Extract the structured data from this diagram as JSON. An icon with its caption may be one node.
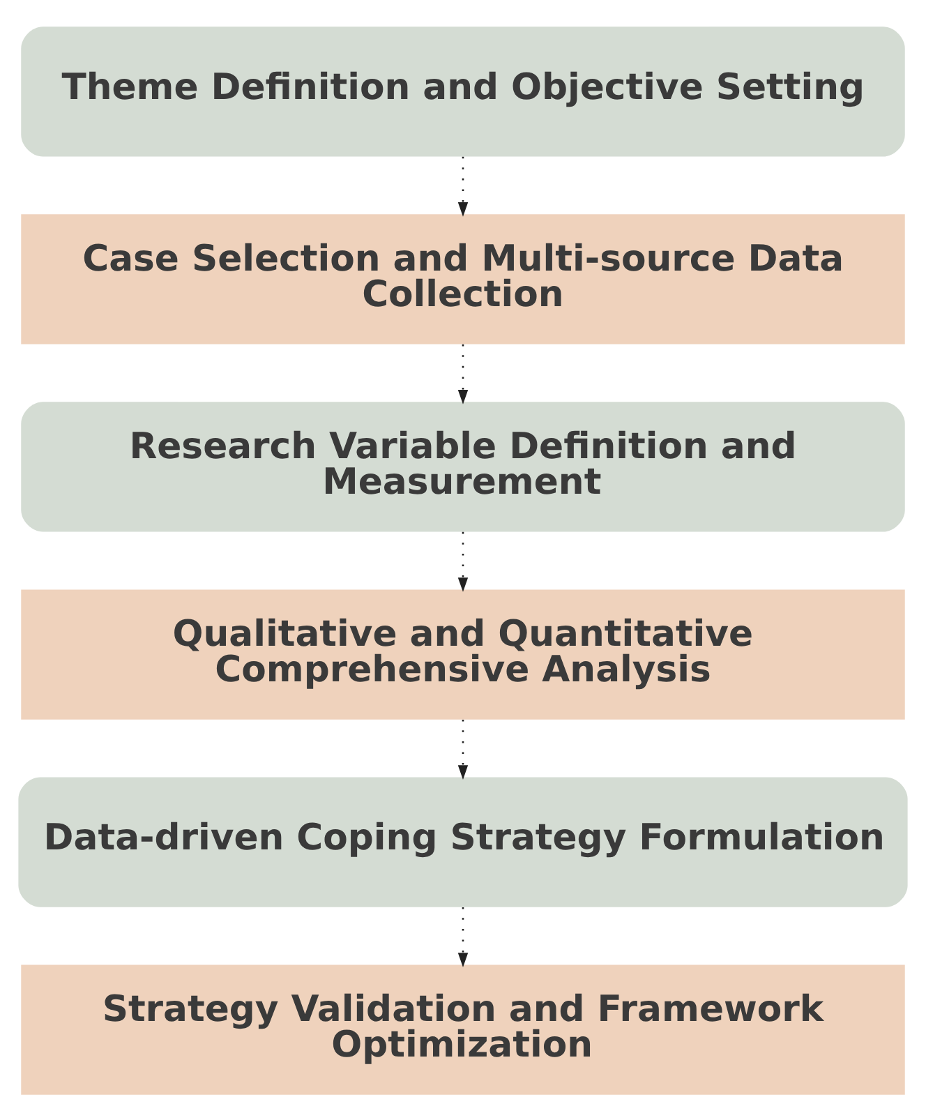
{
  "diagram": {
    "nodes": [
      {
        "text": [
          "Theme Definition and Objective Setting"
        ]
      },
      {
        "text": [
          "Case Selection and Multi-source Data Collection"
        ]
      },
      {
        "text": [
          "Research Variable Definition and Measurement"
        ]
      },
      {
        "text": [
          "Qualitative and Quantitative Comprehensive Analysis"
        ]
      },
      {
        "text": [
          "Data-driven Coping Strategy Formulation"
        ]
      },
      {
        "text": [
          "Strategy Validation and Framework Optimization"
        ]
      }
    ],
    "edges": [
      {
        "from": 0,
        "to": 1,
        "arrow": "to"
      },
      {
        "from": 1,
        "to": 2,
        "arrow": "to"
      },
      {
        "from": 2,
        "to": 3,
        "arrow": "to"
      },
      {
        "from": 3,
        "to": 4,
        "arrow": "to"
      },
      {
        "from": 4,
        "to": 5,
        "arrow": "to"
      }
    ]
  }
}
